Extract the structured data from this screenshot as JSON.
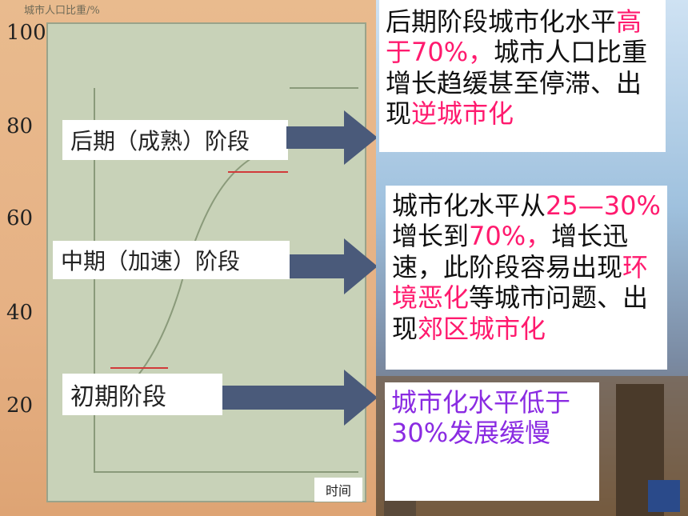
{
  "axis": {
    "title": "城市人口比重/%",
    "ticks": [
      "100",
      "80",
      "60",
      "40",
      "20"
    ],
    "x_label": "时间"
  },
  "stages": {
    "late": "后期（成熟）阶段",
    "middle": "中期（加速）阶段",
    "early": "初期阶段"
  },
  "descriptions": {
    "late": {
      "p1": "后期阶段城市化水平",
      "p2": "高于70%，",
      "p3": "城市人口比重增长趋缓甚至停滞、出现",
      "p4": "逆城市化"
    },
    "middle": {
      "p1": "城市化水平从",
      "p2": "25—30%",
      "p3": "增长到",
      "p4": "70%，",
      "p5": "增长迅速，此阶段容易出现",
      "p6": "环境恶化",
      "p7": "等城市问题、出现",
      "p8": "郊区城市化"
    },
    "early": {
      "text": "城市化水平低于30%发展缓慢"
    }
  },
  "colors": {
    "highlight": "#ff1a6e",
    "early_text": "#8a2be2",
    "arrow": "#4a5a7a",
    "curve": "#8a9a7a",
    "marker": "#d23a3a"
  }
}
